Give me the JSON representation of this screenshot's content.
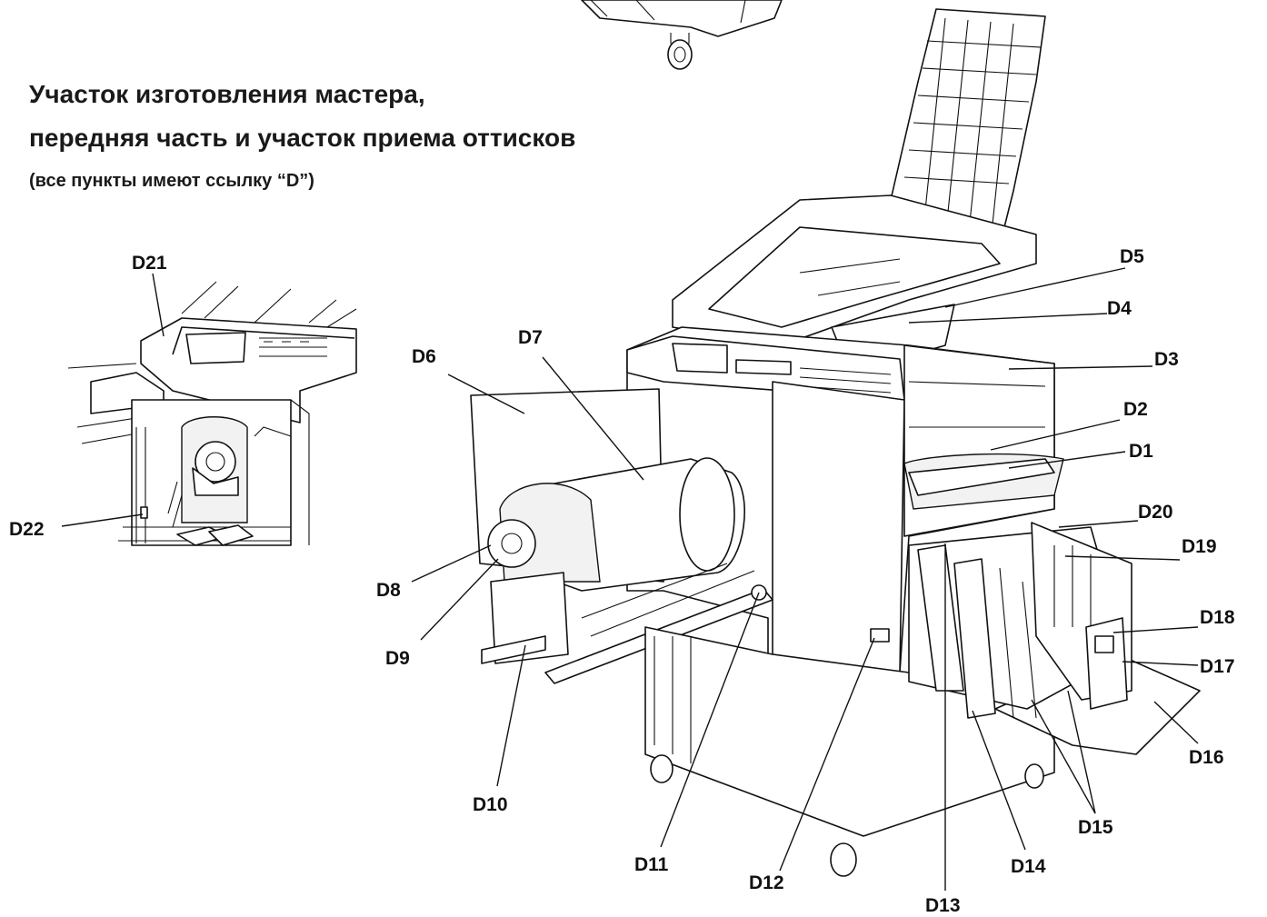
{
  "heading": {
    "line1": "Участок изготовления мастера,",
    "line2": "передняя часть и участок приема оттисков",
    "note": "(все пункты имеют ссылку “D”)"
  },
  "callouts": {
    "D1": "D1",
    "D2": "D2",
    "D3": "D3",
    "D4": "D4",
    "D5": "D5",
    "D6": "D6",
    "D7": "D7",
    "D8": "D8",
    "D9": "D9",
    "D10": "D10",
    "D11": "D11",
    "D12": "D12",
    "D13": "D13",
    "D14": "D14",
    "D15": "D15",
    "D16": "D16",
    "D17": "D17",
    "D18": "D18",
    "D19": "D19",
    "D20": "D20",
    "D21": "D21",
    "D22": "D22"
  }
}
